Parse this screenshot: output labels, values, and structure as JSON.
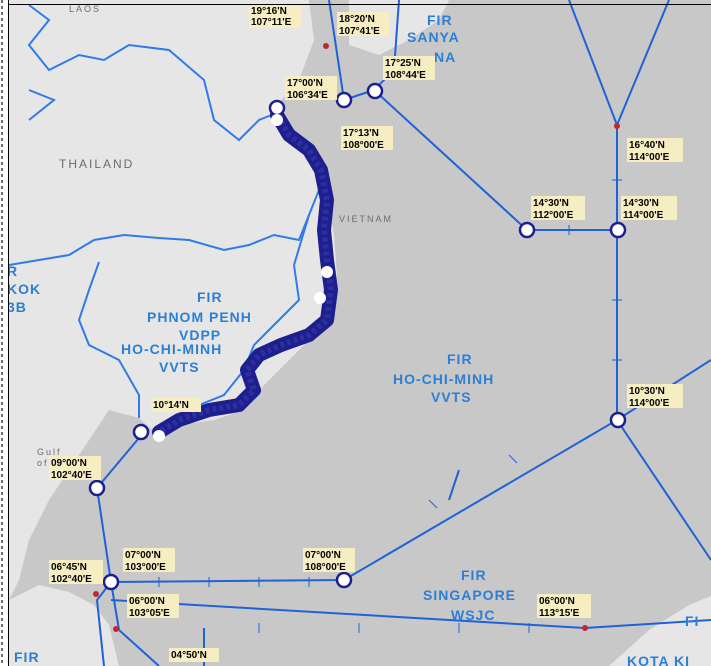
{
  "colors": {
    "water": "#c8c8c8",
    "land": "#e6e6e6",
    "route": "#1f62d8",
    "border": "#2f7be9",
    "track": "#1d1f8f",
    "fir_text": "#2b7fd6",
    "coord_bg": "#f6eec2"
  },
  "top_label": "LAOS",
  "countries": {
    "thailand": "THAILAND",
    "vietnam": "VIETNAM"
  },
  "fir_labels": {
    "sanya": [
      "FIR",
      "SANYA",
      "NA"
    ],
    "phnom_penh": [
      "FIR",
      "PHNOM PENH",
      "VDPP"
    ],
    "hcm_inland": [
      "HO-CHI-MINH",
      "VVTS"
    ],
    "hcm_sea": [
      "FIR",
      "HO-CHI-MINH",
      "VVTS"
    ],
    "singapore": [
      "FIR",
      "SINGAPORE",
      "WSJC"
    ],
    "bangkok_partial": [
      "R",
      "KOK",
      "3B"
    ],
    "bottom_left": "FIR",
    "bottom_right": [
      "FI",
      "KOTA KI"
    ]
  },
  "waypoints": [
    {
      "id": "wp-19-16",
      "lat": "19°16'N",
      "lon": "107°11'E"
    },
    {
      "id": "wp-18-20",
      "lat": "18°20'N",
      "lon": "107°41'E"
    },
    {
      "id": "wp-17-25",
      "lat": "17°25'N",
      "lon": "108°44'E"
    },
    {
      "id": "wp-17-00",
      "lat": "17°00'N",
      "lon": "106°34'E"
    },
    {
      "id": "wp-17-13",
      "lat": "17°13'N",
      "lon": "108°00'E"
    },
    {
      "id": "wp-16-40",
      "lat": "16°40'N",
      "lon": "114°00'E"
    },
    {
      "id": "wp-14-30-112",
      "lat": "14°30'N",
      "lon": "112°00'E"
    },
    {
      "id": "wp-14-30-114",
      "lat": "14°30'N",
      "lon": "114°00'E"
    },
    {
      "id": "wp-10-30",
      "lat": "10°30'N",
      "lon": "114°00'E"
    },
    {
      "id": "wp-10-14",
      "lat": "10°14'N",
      "lon": ""
    },
    {
      "id": "wp-09-00",
      "lat": "09°00'N",
      "lon": "102°40'E"
    },
    {
      "id": "wp-07-00-103",
      "lat": "07°00'N",
      "lon": "103°00'E"
    },
    {
      "id": "wp-07-00-108",
      "lat": "07°00'N",
      "lon": "108°00'E"
    },
    {
      "id": "wp-06-45",
      "lat": "06°45'N",
      "lon": "102°40'E"
    },
    {
      "id": "wp-06-00-103",
      "lat": "06°00'N",
      "lon": "103°05'E"
    },
    {
      "id": "wp-06-00-113",
      "lat": "06°00'N",
      "lon": "113°15'E"
    },
    {
      "id": "wp-04-50",
      "lat": "04°50'N",
      "lon": ""
    }
  ],
  "gulf_label": [
    "Gulf",
    "of"
  ]
}
